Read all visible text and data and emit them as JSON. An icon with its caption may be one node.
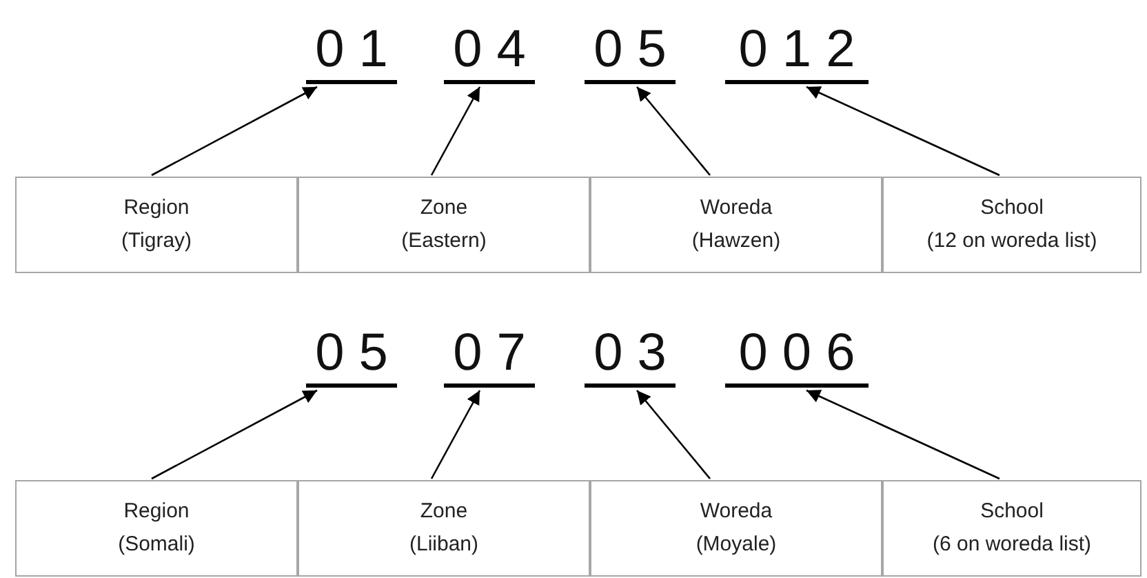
{
  "diagram": {
    "nodes": [
      {
        "text": [
          "0 1"
        ]
      },
      {
        "text": [
          "0 4"
        ]
      },
      {
        "text": [
          "0 5"
        ]
      },
      {
        "text": [
          "0 1 2"
        ]
      },
      {
        "text": [
          "Region",
          "(Tigray)"
        ]
      },
      {
        "text": [
          "Zone",
          "(Eastern)"
        ]
      },
      {
        "text": [
          "Woreda",
          "(Hawzen)"
        ]
      },
      {
        "text": [
          "School",
          "(12 on woreda list)"
        ]
      },
      {
        "text": [
          "0 5"
        ]
      },
      {
        "text": [
          "0 7"
        ]
      },
      {
        "text": [
          "0 3"
        ]
      },
      {
        "text": [
          "0 0 6"
        ]
      },
      {
        "text": [
          "Region",
          "(Somali)"
        ]
      },
      {
        "text": [
          "Zone",
          "(Liiban)"
        ]
      },
      {
        "text": [
          "Woreda",
          "(Moyale)"
        ]
      },
      {
        "text": [
          "School",
          "(6 on woreda list)"
        ]
      }
    ],
    "edges": [
      {
        "from": 4,
        "to": 0,
        "arrow": "to"
      },
      {
        "from": 5,
        "to": 1,
        "arrow": "to"
      },
      {
        "from": 6,
        "to": 2,
        "arrow": "to"
      },
      {
        "from": 7,
        "to": 3,
        "arrow": "to"
      },
      {
        "from": 12,
        "to": 8,
        "arrow": "to"
      },
      {
        "from": 13,
        "to": 9,
        "arrow": "to"
      },
      {
        "from": 14,
        "to": 10,
        "arrow": "to"
      },
      {
        "from": 15,
        "to": 11,
        "arrow": "to"
      }
    ]
  }
}
